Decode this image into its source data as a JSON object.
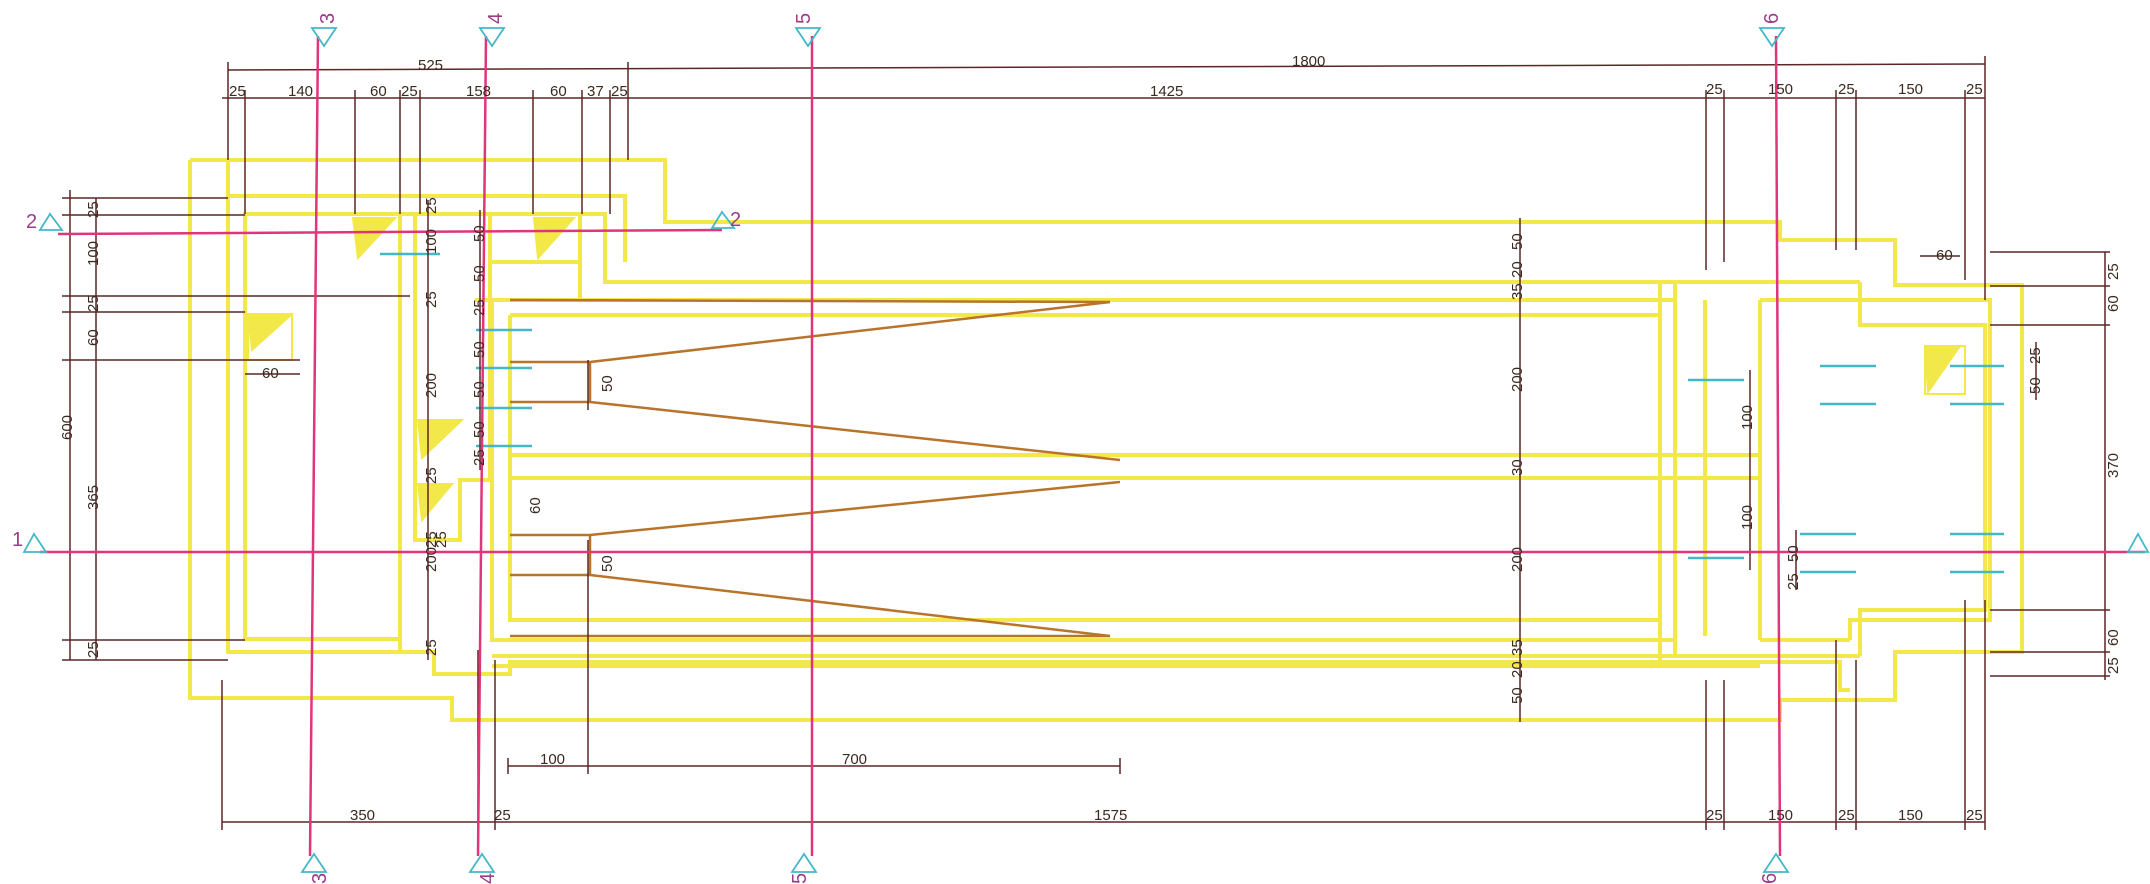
{
  "colors": {
    "wall": "#f2e84a",
    "dimension": "#5c2626",
    "section": "#e0357a",
    "slope": "#b8742a",
    "rebar": "#45b8c8",
    "marker": "#9b3c8a",
    "dim_text": "#3a2a20"
  },
  "sections": {
    "s1": "1",
    "s2": "2",
    "s3": "3",
    "s4": "4",
    "s5": "5",
    "s6": "6"
  },
  "dims_top": {
    "overall": "1800",
    "left": "525",
    "main": "1425",
    "a1": "25",
    "a2": "140",
    "a3": "60",
    "a4": "25",
    "a5": "158",
    "a6": "60",
    "a7": "37",
    "a8": "25",
    "r1": "25",
    "r2": "150",
    "r3": "25",
    "r4": "150",
    "r5": "25"
  },
  "dims_bottom": {
    "b350": "350",
    "b25a": "25",
    "b1575": "1575",
    "b25b": "25",
    "b150a": "150",
    "b25c": "25",
    "b150b": "150",
    "b25d": "25",
    "b100": "100",
    "b700": "700"
  },
  "dims_left": {
    "d25a": "25",
    "d100": "100",
    "d25b": "25",
    "d60": "60",
    "d600": "600",
    "d365": "365",
    "d25c": "25",
    "d60h": "60"
  },
  "dims_inner": {
    "i25a": "25",
    "i100": "100",
    "i25b": "25",
    "i200a": "200",
    "i25c": "25",
    "i25d": "25",
    "i200b": "200",
    "i25e": "25",
    "i25f": "25",
    "c50a": "50",
    "c50b": "50",
    "c25a": "25",
    "c50c": "50",
    "c50d": "50",
    "c50e": "50",
    "c25b": "25",
    "s50a": "50",
    "s60": "60",
    "s50b": "50"
  },
  "dims_mid": {
    "m50a": "50",
    "m20a": "20",
    "m35a": "35",
    "m200a": "200",
    "m30": "30",
    "m200b": "200",
    "m35b": "35",
    "m20b": "20",
    "m50b": "50"
  },
  "dims_right": {
    "q100a": "100",
    "q100b": "100",
    "q50": "50",
    "q25": "25",
    "w60top": "60",
    "w25": "25",
    "w50": "50",
    "e25a": "25",
    "e60a": "60",
    "e370": "370",
    "e60b": "60",
    "e25b": "25"
  }
}
